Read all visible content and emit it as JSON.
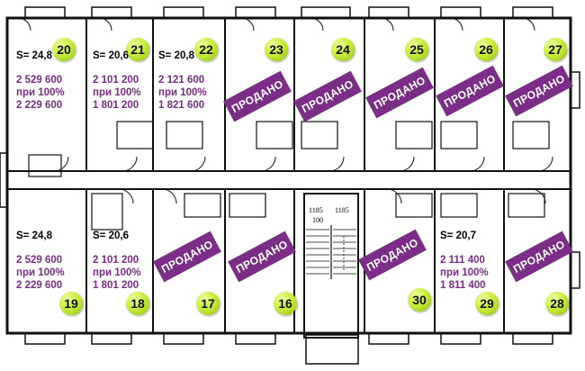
{
  "units": {
    "u20": {
      "number": "20",
      "area": "S= 24,8",
      "price": "2 529 600",
      "note": "при 100%",
      "discount_price": "2 229 600"
    },
    "u21": {
      "number": "21",
      "area": "S= 20,6",
      "price": "2 101 200",
      "note": "при 100%",
      "discount_price": "1 801 200"
    },
    "u22": {
      "number": "22",
      "area": "S= 20,8",
      "price": "2 121 600",
      "note": "при 100%",
      "discount_price": "1 821 600"
    },
    "u23": {
      "number": "23",
      "status": "ПРОДАНО"
    },
    "u24": {
      "number": "24",
      "status": "ПРОДАНО"
    },
    "u25": {
      "number": "25",
      "status": "ПРОДАНО"
    },
    "u26": {
      "number": "26",
      "status": "ПРОДАНО"
    },
    "u27": {
      "number": "27",
      "status": "ПРОДАНО"
    },
    "u19": {
      "number": "19",
      "area": "S= 24,8",
      "price": "2 529 600",
      "note": "при 100%",
      "discount_price": "2 229 600"
    },
    "u18": {
      "number": "18",
      "area": "S= 20,6",
      "price": "2 101 200",
      "note": "при 100%",
      "discount_price": "1 801 200"
    },
    "u17": {
      "number": "17",
      "status": "ПРОДАНО"
    },
    "u16": {
      "number": "16",
      "status": "ПРОДАНО"
    },
    "u30": {
      "number": "30",
      "status": "ПРОДАНО"
    },
    "u29": {
      "number": "29",
      "area": "S= 20,7",
      "price": "2 111 400",
      "note": "при 100%",
      "discount_price": "1 811 400"
    },
    "u28": {
      "number": "28",
      "status": "ПРОДАНО"
    }
  },
  "stair_dims": {
    "left": "1185",
    "right": "1185",
    "mid": "100"
  },
  "colors": {
    "badge": "#c9ee3a",
    "sold": "#7b2e86",
    "price_text": "#7a2b87",
    "wall": "#111111"
  }
}
